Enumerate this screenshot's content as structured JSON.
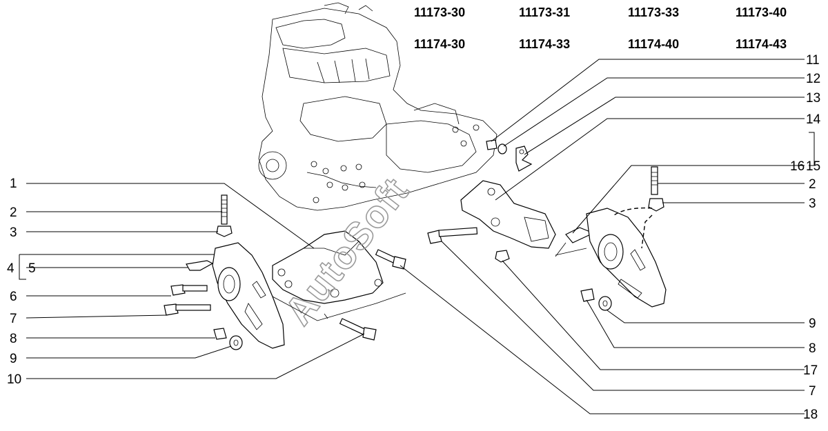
{
  "model_codes": {
    "row1": [
      "11173-30",
      "11173-31",
      "11173-33",
      "11173-40"
    ],
    "row2": [
      "11174-30",
      "11174-33",
      "11174-40",
      "11174-43"
    ]
  },
  "callouts": {
    "left": [
      "1",
      "2",
      "3",
      "4",
      "5",
      "6",
      "7",
      "8",
      "9",
      "10"
    ],
    "right": [
      "11",
      "12",
      "13",
      "14",
      "16",
      "15",
      "2",
      "3",
      "9",
      "8",
      "17",
      "7",
      "18"
    ]
  },
  "watermark": "AutoSoft"
}
